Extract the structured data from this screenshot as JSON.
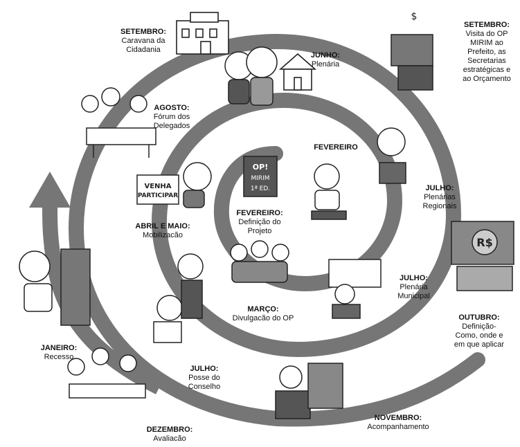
{
  "stages": [
    {
      "id": "setembro-caravana",
      "month": "SETEMBRO:",
      "desc": [
        "Caravana da",
        "Cidadania"
      ]
    },
    {
      "id": "junho-plenaria",
      "month": "JUNHO:",
      "desc": [
        "Plenária"
      ]
    },
    {
      "id": "setembro-visita",
      "month": "SETEMBRO:",
      "desc": [
        "Visita do OP",
        "MIRIM ao",
        "Prefeito, as",
        "Secretarias",
        "estratégicas e",
        "ao Orçamento"
      ]
    },
    {
      "id": "agosto-forum",
      "month": "AGOSTO:",
      "desc": [
        "Fórum dos",
        "Delegados"
      ]
    },
    {
      "id": "fevereiro-centro",
      "month": "FEVEREIRO",
      "desc": []
    },
    {
      "id": "julho-regionais",
      "month": "JULHO:",
      "desc": [
        "Plenárias",
        "Regionais"
      ]
    },
    {
      "id": "fevereiro-definicao",
      "month": "FEVEREIRO:",
      "desc": [
        "Definição do",
        "Projeto"
      ]
    },
    {
      "id": "abril-maio",
      "month": "ABRIL E MAIO:",
      "desc": [
        "Mobilizacão"
      ]
    },
    {
      "id": "julho-municipal",
      "month": "JULHO:",
      "desc": [
        "Plenária",
        "Municipal"
      ]
    },
    {
      "id": "marco-divulgacao",
      "month": "MARÇO:",
      "desc": [
        "Divulgacão do OP"
      ]
    },
    {
      "id": "outubro-definicao",
      "month": "OUTUBRO:",
      "desc": [
        "Definição-",
        "Como, onde e",
        "em que aplicar"
      ]
    },
    {
      "id": "janeiro-recesso",
      "month": "JANEIRO:",
      "desc": [
        "Recesso"
      ]
    },
    {
      "id": "julho-posse",
      "month": "JULHO:",
      "desc": [
        "Posse do",
        "Conselho"
      ]
    },
    {
      "id": "novembro",
      "month": "NOVEMBRO:",
      "desc": [
        "Acompanhamento"
      ]
    },
    {
      "id": "dezembro",
      "month": "DEZEMBRO:",
      "desc": [
        "Avaliacão"
      ]
    }
  ],
  "signs": {
    "venha": [
      "VENHA",
      "PARTICIPAR"
    ],
    "book": [
      "OP!",
      "MIRIM",
      "1ª ED."
    ],
    "money": "R$",
    "dollar": "$"
  },
  "colors": {
    "spiral": "#767676",
    "ink": "#1a1a1a"
  }
}
